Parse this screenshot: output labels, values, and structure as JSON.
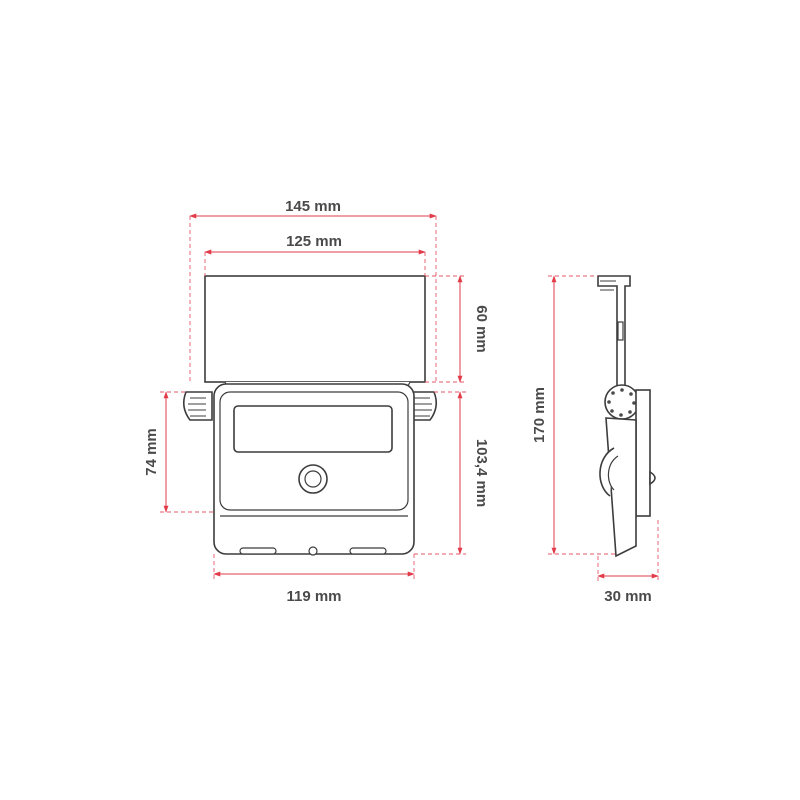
{
  "dimensions": {
    "total_width": "145 mm",
    "panel_width": "125 mm",
    "panel_height": "60 mm",
    "housing_front_height": "74 mm",
    "housing_height": "103,4 mm",
    "base_width": "119 mm",
    "side_height": "170 mm",
    "side_depth": "30 mm"
  },
  "colors": {
    "dimension_line": "#e23c4b",
    "outline": "#3c3c3c",
    "label": "#4a4a4a"
  }
}
